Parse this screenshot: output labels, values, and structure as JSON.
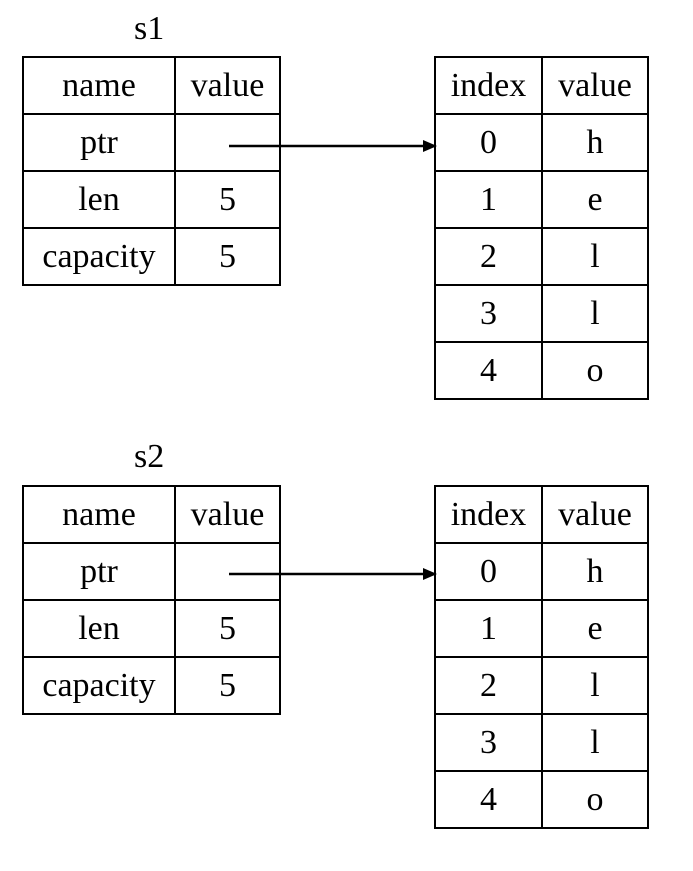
{
  "s1": {
    "title": "s1",
    "meta": {
      "headers": [
        "name",
        "value"
      ],
      "rows": [
        [
          "ptr",
          ""
        ],
        [
          "len",
          "5"
        ],
        [
          "capacity",
          "5"
        ]
      ]
    },
    "heap": {
      "headers": [
        "index",
        "value"
      ],
      "rows": [
        [
          "0",
          "h"
        ],
        [
          "1",
          "e"
        ],
        [
          "2",
          "l"
        ],
        [
          "3",
          "l"
        ],
        [
          "4",
          "o"
        ]
      ]
    }
  },
  "s2": {
    "title": "s2",
    "meta": {
      "headers": [
        "name",
        "value"
      ],
      "rows": [
        [
          "ptr",
          ""
        ],
        [
          "len",
          "5"
        ],
        [
          "capacity",
          "5"
        ]
      ]
    },
    "heap": {
      "headers": [
        "index",
        "value"
      ],
      "rows": [
        [
          "0",
          "h"
        ],
        [
          "1",
          "e"
        ],
        [
          "2",
          "l"
        ],
        [
          "3",
          "l"
        ],
        [
          "4",
          "o"
        ]
      ]
    }
  }
}
